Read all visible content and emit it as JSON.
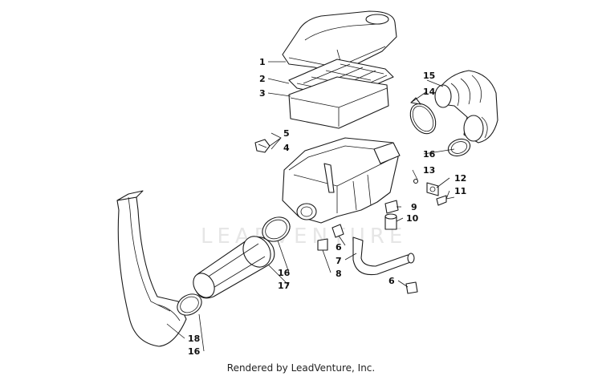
{
  "footer": {
    "text": "Rendered by LeadVenture, Inc."
  },
  "watermark": {
    "text": "LEADVENTURE"
  },
  "colors": {
    "line": "#1a1a1a",
    "background": "#ffffff",
    "watermark": "#e6e6e6"
  },
  "callouts": [
    {
      "id": "c1",
      "text": "1"
    },
    {
      "id": "c2",
      "text": "2"
    },
    {
      "id": "c3",
      "text": "3"
    },
    {
      "id": "c15",
      "text": "15"
    },
    {
      "id": "c14",
      "text": "14"
    },
    {
      "id": "c5",
      "text": "5"
    },
    {
      "id": "c4",
      "text": "4"
    },
    {
      "id": "c16a",
      "text": "16"
    },
    {
      "id": "c13",
      "text": "13"
    },
    {
      "id": "c12",
      "text": "12"
    },
    {
      "id": "c11",
      "text": "11"
    },
    {
      "id": "c9",
      "text": "9"
    },
    {
      "id": "c10",
      "text": "10"
    },
    {
      "id": "c6a",
      "text": "6"
    },
    {
      "id": "c7",
      "text": "7"
    },
    {
      "id": "c8",
      "text": "8"
    },
    {
      "id": "c16b",
      "text": "16"
    },
    {
      "id": "c17",
      "text": "17"
    },
    {
      "id": "c6b",
      "text": "6"
    },
    {
      "id": "c18",
      "text": "18"
    },
    {
      "id": "c16c",
      "text": "16"
    }
  ]
}
